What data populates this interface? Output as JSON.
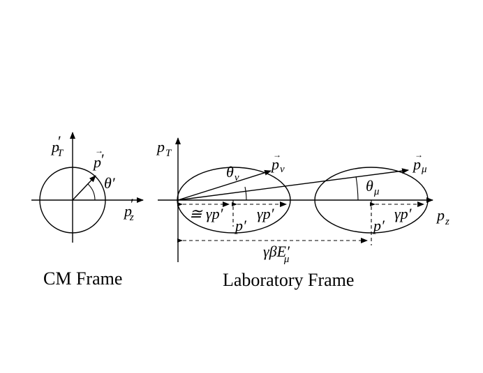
{
  "cm_frame": {
    "caption": "CM Frame",
    "axis_pt_label": "p",
    "axis_pt_sub": "T",
    "axis_pz_label": "p",
    "axis_pz_sub": "z",
    "prime": "′",
    "vector_label": "p",
    "angle_label": "θ′"
  },
  "lab_frame": {
    "caption": "Laboratory Frame",
    "axis_pt_label": "p",
    "axis_pt_sub": "T",
    "axis_pz_label": "p",
    "axis_pz_sub": "z",
    "p_nu_label": "p",
    "p_nu_sub": "ν",
    "p_mu_label": "p",
    "p_mu_sub": "μ",
    "theta_nu": "θ",
    "theta_nu_sub": "ν",
    "theta_mu": "θ",
    "theta_mu_sub": "μ",
    "approx_gamma_p": "≅ γp′",
    "gamma_p_1": "γp′",
    "gamma_p_2": "γp′",
    "p_prime_1": "p′",
    "p_prime_2": "p′",
    "gamma_beta_e": "γβE′",
    "gamma_beta_e_sub": "μ"
  }
}
